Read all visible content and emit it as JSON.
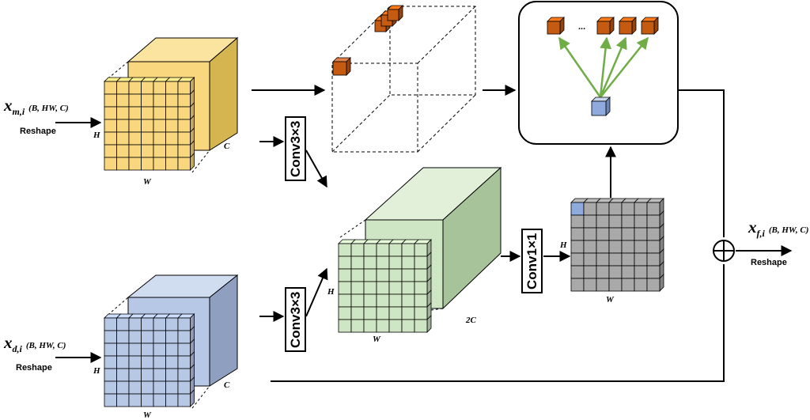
{
  "inputs": {
    "xm": {
      "symbol": "x",
      "subscript": "m,i",
      "shape": "(B, HW, C)",
      "op": "Reshape"
    },
    "xd": {
      "symbol": "x",
      "subscript": "d,i",
      "shape": "(B, HW, C)",
      "op": "Reshape"
    }
  },
  "output": {
    "symbol": "x",
    "subscript": "f,i",
    "shape": "(B, HW, C)",
    "op": "Reshape"
  },
  "dims": {
    "H": "H",
    "W": "W",
    "C": "C",
    "C2": "2C"
  },
  "convs": {
    "conv3_top": "Conv3×3",
    "conv3_bottom": "Conv3×3",
    "conv1": "Conv1×1"
  },
  "ellipsis": "...",
  "colors": {
    "yellow": "#f9d77e",
    "yellow_dark": "#d4b54f",
    "blue": "#b7c7e6",
    "blue_dark": "#8e9fbf",
    "green": "#cfe6c4",
    "green_dark": "#a6c39a",
    "gray": "#a9a9a9",
    "orange": "#c55a11",
    "arrow_green": "#70ad47",
    "cell_blue": "#8faadc"
  }
}
